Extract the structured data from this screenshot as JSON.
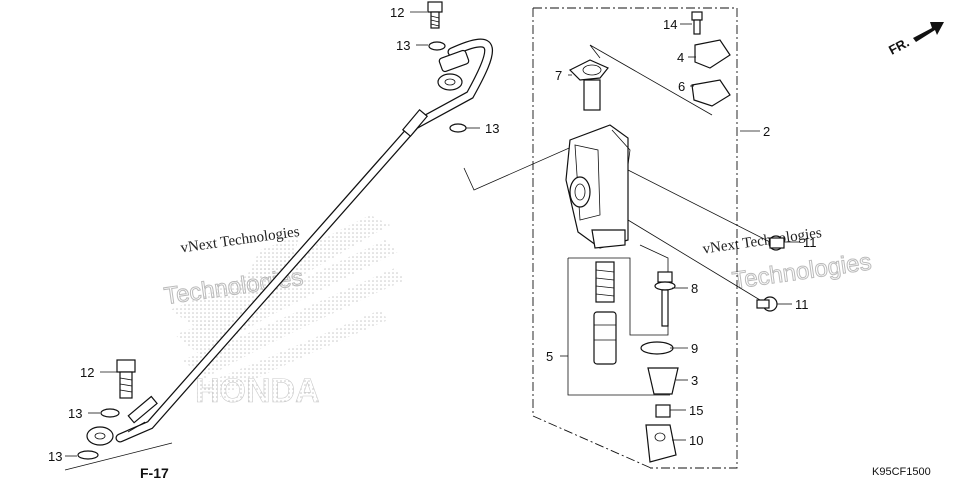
{
  "diagram": {
    "callouts": [
      {
        "id": "c12a",
        "text": "12"
      },
      {
        "id": "c13a",
        "text": "13"
      },
      {
        "id": "c13b",
        "text": "13"
      },
      {
        "id": "c14",
        "text": "14"
      },
      {
        "id": "c4",
        "text": "4"
      },
      {
        "id": "c7",
        "text": "7"
      },
      {
        "id": "c6",
        "text": "6"
      },
      {
        "id": "c2",
        "text": "2"
      },
      {
        "id": "c11a",
        "text": "11"
      },
      {
        "id": "c8",
        "text": "8"
      },
      {
        "id": "c11b",
        "text": "11"
      },
      {
        "id": "c5",
        "text": "5"
      },
      {
        "id": "c9",
        "text": "9"
      },
      {
        "id": "c3",
        "text": "3"
      },
      {
        "id": "c15",
        "text": "15"
      },
      {
        "id": "c10",
        "text": "10"
      },
      {
        "id": "c12b",
        "text": "12"
      },
      {
        "id": "c13c",
        "text": "13"
      },
      {
        "id": "c13d",
        "text": "13"
      }
    ],
    "figure_ref": "F-17",
    "diagram_code": "K95CF1500",
    "front_label": "FR.",
    "watermark_line1": "vNext Technologies",
    "watermark_line2": "Technologies",
    "logo_text": "HONDA"
  }
}
